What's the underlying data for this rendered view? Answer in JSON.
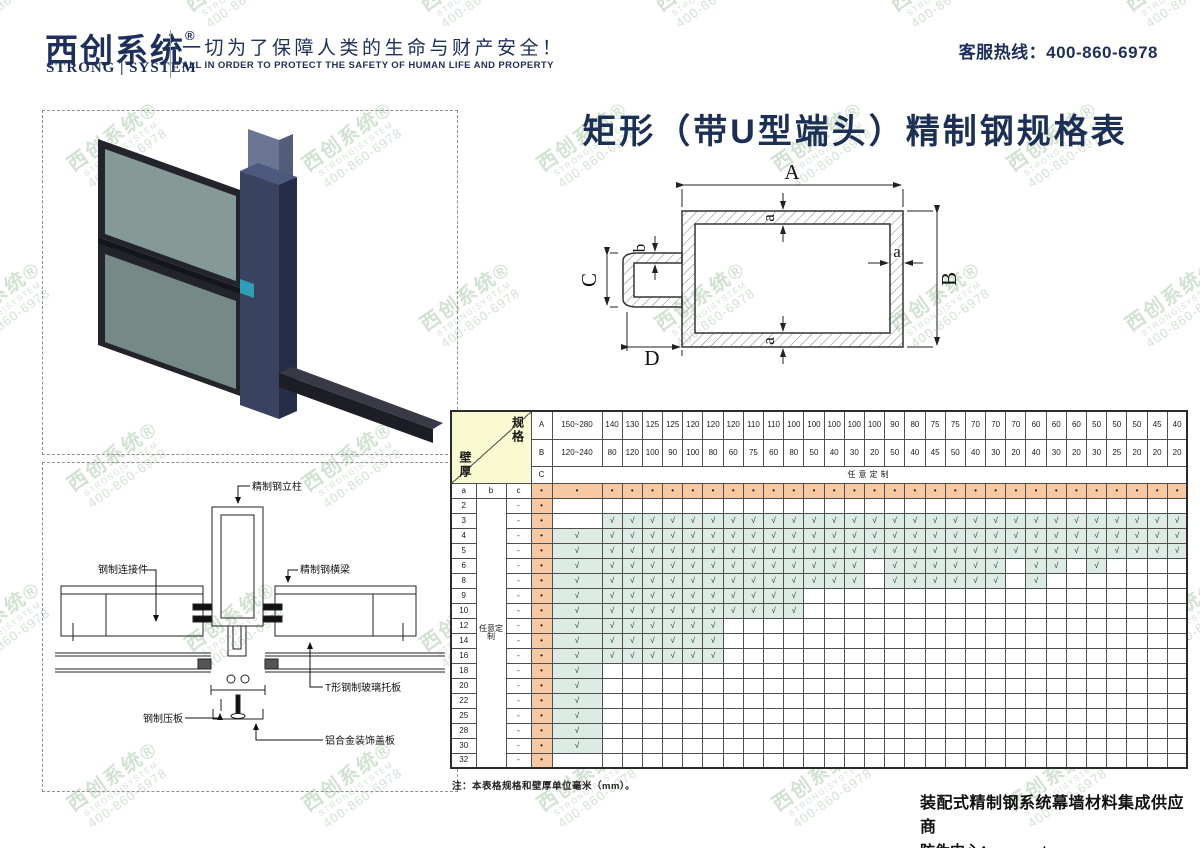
{
  "watermark": {
    "line1": "西创系统®",
    "line2": "STRONG|SYSTEM",
    "line3": "400-860-6978",
    "color": "#aecbae"
  },
  "header": {
    "logo_cn": "西创系统",
    "logo_reg": "®",
    "logo_en": "STRONG | SYSTEM",
    "tagline_cn": "一切为了保障人类的生命与财产安全！",
    "tagline_en": "ALL IN ORDER TO PROTECT THE SAFETY OF HUMAN LIFE AND PROPERTY",
    "hotline": "客服热线：400-860-6978"
  },
  "title": "矩形（带U型端头）精制钢规格表",
  "diagram": {
    "labels": {
      "A": "A",
      "B": "B",
      "C": "C",
      "D": "D",
      "a": "a",
      "b": "b"
    }
  },
  "drawings": {
    "section_labels": [
      "精制钢立柱",
      "钢制连接件",
      "精制钢横梁",
      "T形钢制玻璃托板",
      "钢制压板",
      "铝合金装饰盖板"
    ]
  },
  "spec_table": {
    "corner": {
      "top": "规格",
      "bottom": "壁厚"
    },
    "spec_row_labels": [
      "A",
      "B",
      "C"
    ],
    "col_headers_A": [
      "150~280",
      "140",
      "130",
      "125",
      "125",
      "120",
      "120",
      "120",
      "110",
      "110",
      "100",
      "100",
      "100",
      "100",
      "100",
      "90",
      "80",
      "75",
      "75",
      "70",
      "70",
      "70",
      "60",
      "60",
      "60",
      "50",
      "50",
      "50",
      "45",
      "40"
    ],
    "col_headers_B": [
      "120~240",
      "80",
      "120",
      "100",
      "90",
      "100",
      "80",
      "60",
      "75",
      "60",
      "80",
      "50",
      "40",
      "30",
      "20",
      "50",
      "40",
      "45",
      "50",
      "40",
      "30",
      "20",
      "40",
      "30",
      "20",
      "30",
      "25",
      "20",
      "20",
      "20"
    ],
    "custom_text": "任意定制",
    "sub_headers": [
      "a",
      "b",
      "c"
    ],
    "dot": "•",
    "dash": "-",
    "check": "√",
    "b_merged_text": "任意定制",
    "rows": [
      {
        "a": "2",
        "checks": []
      },
      {
        "a": "3",
        "checks": [
          2,
          3,
          4,
          5,
          6,
          7,
          8,
          9,
          10,
          11,
          12,
          13,
          14,
          15,
          16,
          17,
          18,
          19,
          20,
          21,
          22,
          23,
          24,
          25,
          26,
          27,
          28,
          29,
          30
        ]
      },
      {
        "a": "4",
        "checks": [
          1,
          2,
          3,
          4,
          5,
          6,
          7,
          8,
          9,
          10,
          11,
          12,
          13,
          14,
          15,
          16,
          17,
          18,
          19,
          20,
          21,
          22,
          23,
          24,
          25,
          26,
          27,
          28,
          29,
          30
        ]
      },
      {
        "a": "5",
        "checks": [
          1,
          2,
          3,
          4,
          5,
          6,
          7,
          8,
          9,
          10,
          11,
          12,
          13,
          14,
          15,
          16,
          17,
          18,
          19,
          20,
          21,
          22,
          23,
          24,
          25,
          26,
          27,
          28,
          29,
          30
        ]
      },
      {
        "a": "6",
        "checks": [
          1,
          2,
          3,
          4,
          5,
          6,
          7,
          8,
          9,
          10,
          11,
          12,
          13,
          14,
          16,
          17,
          18,
          19,
          20,
          21,
          23,
          24,
          26
        ]
      },
      {
        "a": "8",
        "checks": [
          1,
          2,
          3,
          4,
          5,
          6,
          7,
          8,
          9,
          10,
          11,
          12,
          13,
          14,
          16,
          17,
          18,
          19,
          20,
          21,
          23
        ]
      },
      {
        "a": "9",
        "checks": [
          1,
          2,
          3,
          4,
          5,
          6,
          7,
          8,
          9,
          10,
          11
        ]
      },
      {
        "a": "10",
        "checks": [
          1,
          2,
          3,
          4,
          5,
          6,
          7,
          8,
          9,
          10,
          11
        ]
      },
      {
        "a": "12",
        "checks": [
          1,
          2,
          3,
          4,
          5,
          6,
          7
        ]
      },
      {
        "a": "14",
        "checks": [
          1,
          2,
          3,
          4,
          5,
          6,
          7
        ]
      },
      {
        "a": "16",
        "checks": [
          1,
          2,
          3,
          4,
          5,
          6,
          7
        ]
      },
      {
        "a": "18",
        "checks": [
          1
        ]
      },
      {
        "a": "20",
        "checks": [
          1
        ]
      },
      {
        "a": "22",
        "checks": [
          1
        ]
      },
      {
        "a": "25",
        "checks": [
          1
        ]
      },
      {
        "a": "28",
        "checks": [
          1
        ]
      },
      {
        "a": "30",
        "checks": [
          1
        ]
      },
      {
        "a": "32",
        "checks": []
      }
    ],
    "note": "注：本表格规格和壁厚单位毫米（mm）。",
    "colors": {
      "orange": "#f6c9a2",
      "teal": "#dcebe4",
      "yellow": "#fafad2",
      "navy": "#1d2f5a"
    }
  },
  "footer": {
    "line1": "装配式精制钢系统幕墙材料集成供应商",
    "line2": "防伪中心：www.strong-sys.com/fangwei/"
  }
}
